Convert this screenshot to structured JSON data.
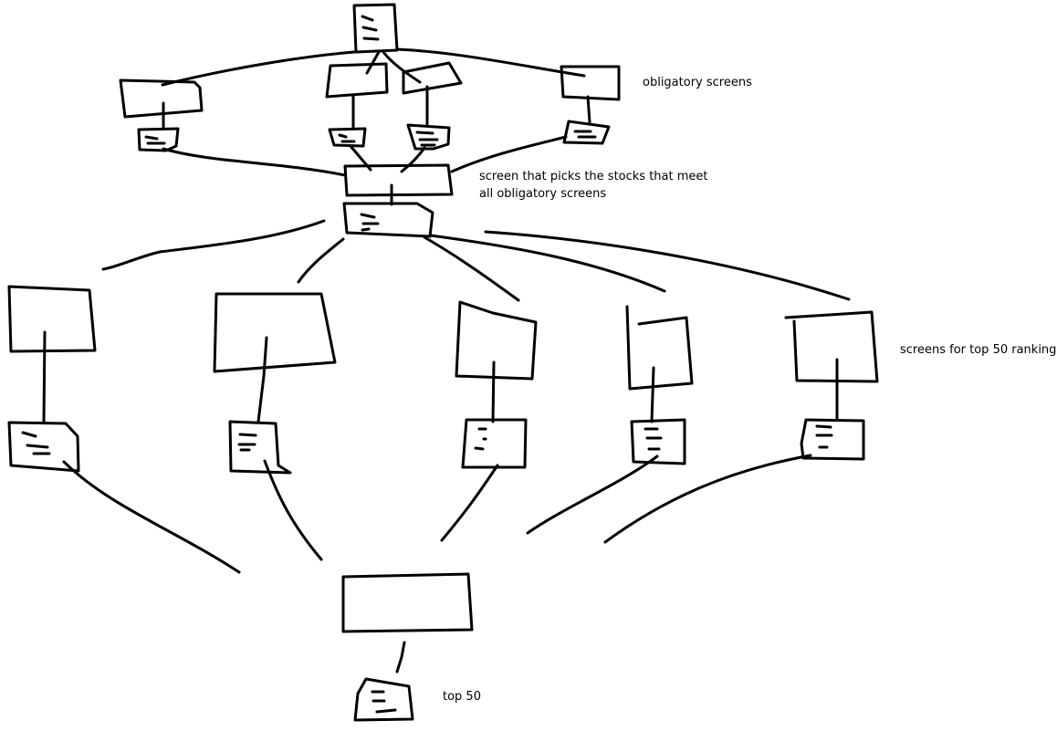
{
  "labels": {
    "obligatory": "obligatory screens",
    "picker": "screen that picks the stocks that meet\nall obligatory screens",
    "ranking": "screens for top 50 ranking",
    "top50": "top 50"
  },
  "colors": {
    "ink": "#000000",
    "background": "#ffffff"
  }
}
